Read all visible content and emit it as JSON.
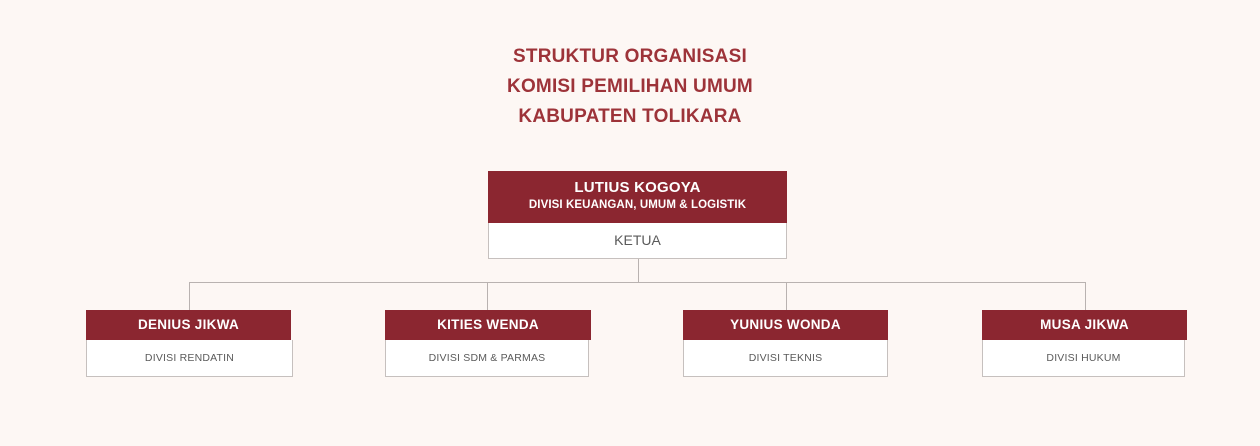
{
  "page": {
    "background_color": "#fdf7f4",
    "title_color": "#9d3339",
    "node_header_color": "#8b2630",
    "node_body_color": "#ffffff",
    "connector_color": "#b9b2b0",
    "role_text_color": "#5a5a5a"
  },
  "title": {
    "line1": "STRUKTUR ORGANISASI",
    "line2": "KOMISI PEMILIHAN UMUM",
    "line3": "KABUPATEN TOLIKARA"
  },
  "root": {
    "name": "LUTIUS KOGOYA",
    "division": "DIVISI KEUANGAN, UMUM & LOGISTIK",
    "role": "KETUA"
  },
  "children": [
    {
      "name": "DENIUS JIKWA",
      "role": "DIVISI  RENDATIN"
    },
    {
      "name": "KITIES  WENDA",
      "role": "DIVISI SDM & PARMAS"
    },
    {
      "name": "YUNIUS WONDA",
      "role": "DIVISI  TEKNIS"
    },
    {
      "name": "MUSA JIKWA",
      "role": "DIVISI  HUKUM"
    }
  ]
}
